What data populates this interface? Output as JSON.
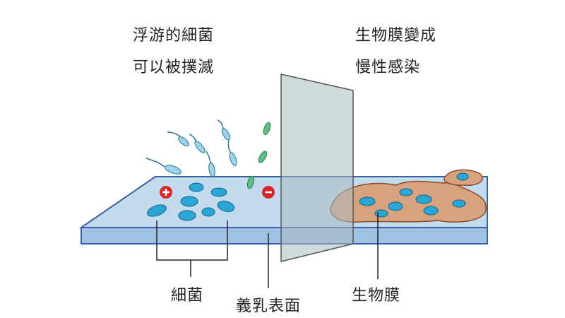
{
  "captions": {
    "planktonic_line1": "浮游的細菌",
    "planktonic_line2": "可以被撲滅",
    "biofilm_line1": "生物膜變成",
    "biofilm_line2": "慢性感染"
  },
  "labels": {
    "bacteria": "細菌",
    "implant_surface": "義乳表面",
    "biofilm": "生物膜"
  },
  "colors": {
    "surface_top": "#bcd9ec",
    "surface_edge": "#3b5ea8",
    "bacteria": "#2aa7d6",
    "biofilm": "#d9a27e",
    "charge": "#d8262c"
  }
}
